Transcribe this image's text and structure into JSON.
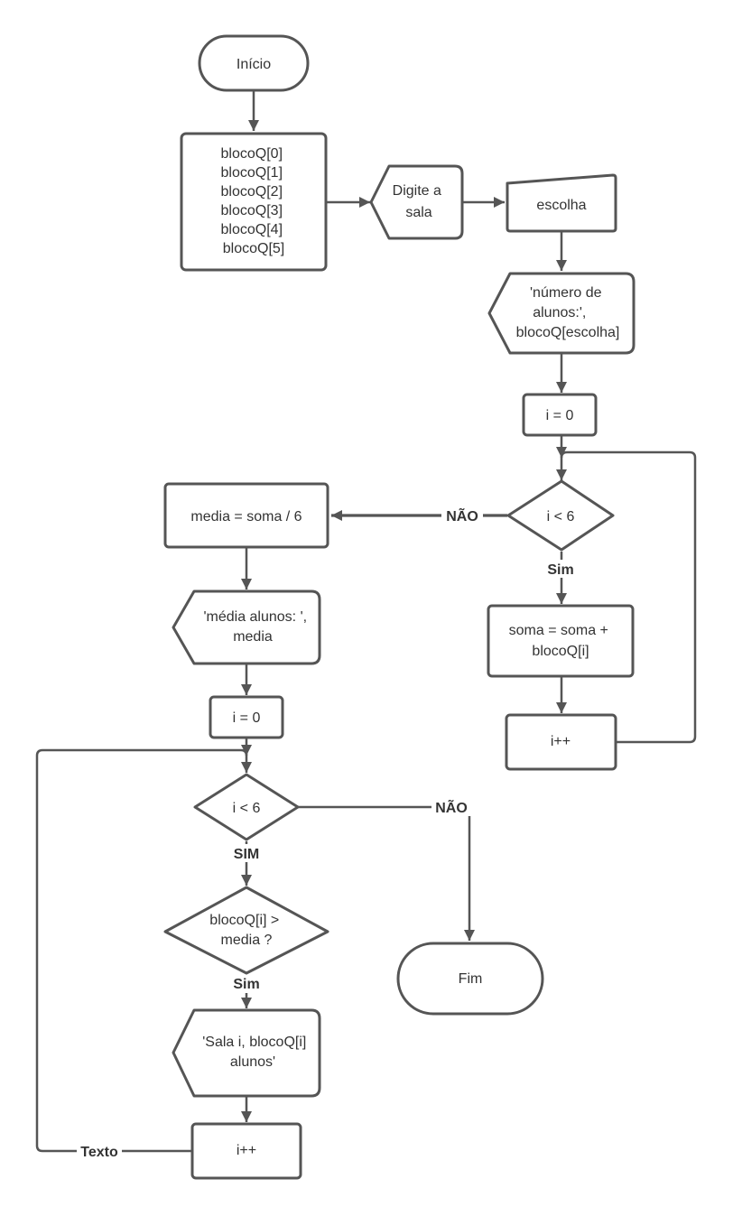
{
  "diagram": {
    "start": "Início",
    "init_block": [
      "blocoQ[0]",
      "blocoQ[1]",
      "blocoQ[2]",
      "blocoQ[3]",
      "blocoQ[4]",
      "blocoQ[5]"
    ],
    "prompt_input": [
      "Digite a",
      "sala"
    ],
    "read_escolha": "escolha",
    "display_alunos": [
      "'número de",
      "alunos:',",
      "blocoQ[escolha]"
    ],
    "i_init_1": "i = 0",
    "loop1_cond": "i < 6",
    "loop1_yes": "Sim",
    "loop1_no": "NÃO",
    "soma_step": [
      "soma = soma +",
      "blocoQ[i]"
    ],
    "inc_1": "i++",
    "media_calc": "media =  soma / 6",
    "display_media": [
      "'média alunos: ',",
      "media"
    ],
    "i_init_2": "i = 0",
    "loop2_cond": "i < 6",
    "loop2_yes": "SIM",
    "loop2_no": "NÃO",
    "compare_cond": [
      "blocoQ[i] >",
      "media ?"
    ],
    "compare_yes": "Sim",
    "display_sala": [
      "'Sala i, blocoQ[i]",
      "alunos'"
    ],
    "inc_2": "i++",
    "back_edge_label": "Texto",
    "end": "Fim"
  }
}
